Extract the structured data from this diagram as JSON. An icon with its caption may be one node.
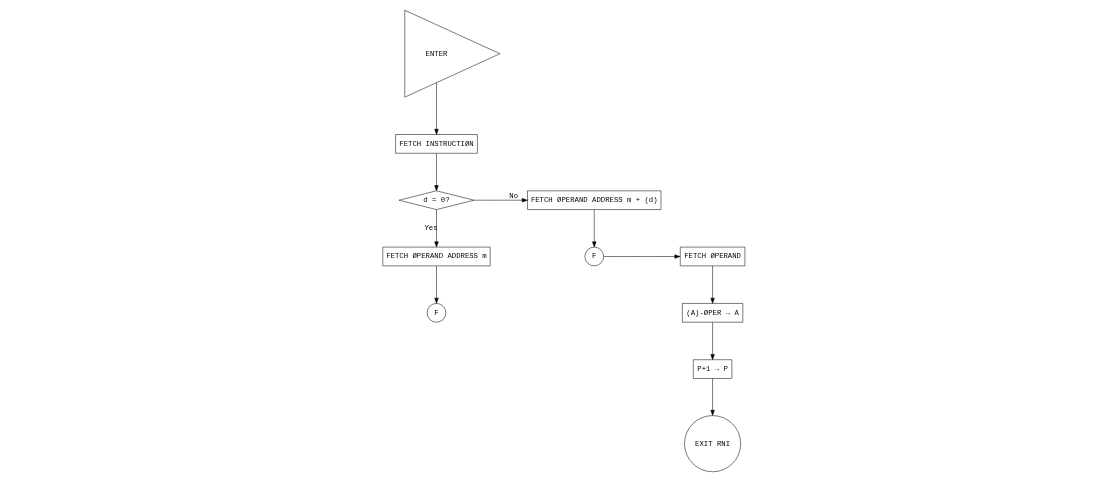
{
  "diagram": {
    "nodes": [
      {
        "text": [
          "ENTER"
        ]
      },
      {
        "text": [
          "FETCH INSTRUCTIØN"
        ]
      },
      {
        "text": [
          "d = 0?"
        ]
      },
      {
        "text": [
          "FETCH ØPERAND ADDRESS m"
        ]
      },
      {
        "text": [
          "F"
        ]
      },
      {
        "text": [
          "F"
        ]
      },
      {
        "text": [
          "FETCH ØPERAND ADDRESS m + (d)"
        ]
      },
      {
        "text": [
          "FETCH ØPERAND"
        ]
      },
      {
        "text": [
          "(A)-ØPER → A"
        ]
      },
      {
        "text": [
          "P+1 → P"
        ]
      },
      {
        "text": [
          "EXIT RNI"
        ]
      }
    ],
    "edges": [
      {
        "from": 0,
        "to": 1,
        "arrow": "to"
      },
      {
        "from": 1,
        "to": 2,
        "arrow": "to"
      },
      {
        "from": 2,
        "to": 3,
        "arrow": "to",
        "label": "Yes"
      },
      {
        "from": 3,
        "to": 4,
        "arrow": "to"
      },
      {
        "from": 2,
        "to": 6,
        "arrow": "to",
        "label": "No"
      },
      {
        "from": 6,
        "to": 5,
        "arrow": "to"
      },
      {
        "from": 5,
        "to": 7,
        "arrow": "to"
      },
      {
        "from": 7,
        "to": 8,
        "arrow": "to"
      },
      {
        "from": 8,
        "to": 9,
        "arrow": "to"
      },
      {
        "from": 9,
        "to": 10,
        "arrow": "to"
      }
    ]
  }
}
